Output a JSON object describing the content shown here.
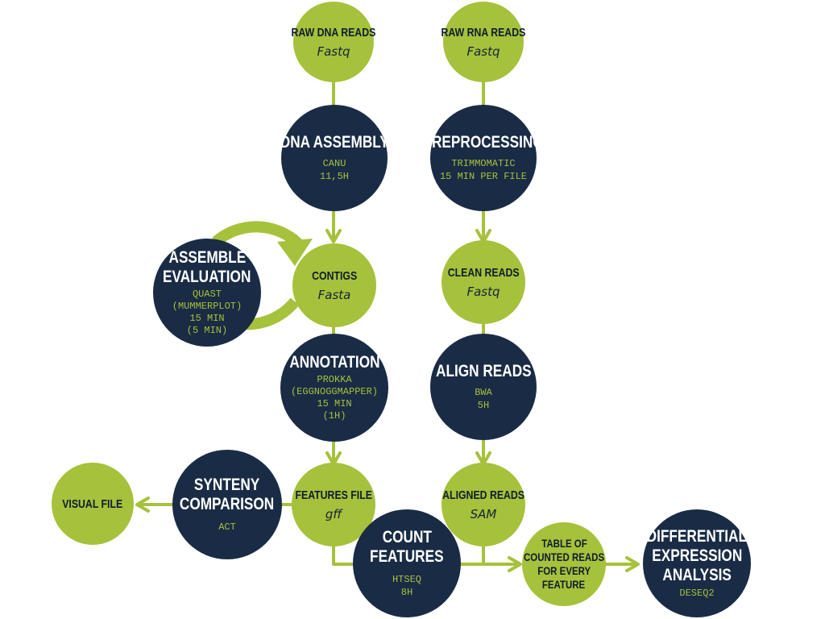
{
  "colors": {
    "green": "#a6c13b",
    "navy": "#1a2b45"
  },
  "nodes": {
    "raw_dna": {
      "title": "RAW DNA READS",
      "format": "Fastq"
    },
    "raw_rna": {
      "title": "RAW RNA READS",
      "format": "Fastq"
    },
    "dna_assembly": {
      "title": "DNA ASSEMBLY",
      "tool": "CANU",
      "time": "11,5H"
    },
    "preprocessing": {
      "title": "PREPROCESSING",
      "tool": "TRIMMOMATIC",
      "time": "15 MIN PER FILE"
    },
    "assemble_eval": {
      "title1": "ASSEMBLE",
      "title2": "EVALUATION",
      "tool": "QUAST",
      "tool2": "(MUMMERPLOT)",
      "time": "15 MIN",
      "time2": "(5 MIN)"
    },
    "contigs": {
      "title": "CONTIGS",
      "format": "Fasta"
    },
    "clean_reads": {
      "title": "CLEAN READS",
      "format": "Fastq"
    },
    "annotation": {
      "title": "ANNOTATION",
      "tool": "PROKKA",
      "tool2": "(EGGNOGGMAPPER)",
      "time": "15 MIN",
      "time2": "(1H)"
    },
    "align_reads": {
      "title": "ALIGN READS",
      "tool": "BWA",
      "time": "5H"
    },
    "visual_file": {
      "title": "VISUAL FILE"
    },
    "synteny": {
      "title1": "SYNTENY",
      "title2": "COMPARISON",
      "tool": "ACT"
    },
    "features_file": {
      "title": "FEATURES FILE",
      "format": "gff"
    },
    "aligned_reads": {
      "title": "ALIGNED READS",
      "format": "SAM"
    },
    "count_features": {
      "title1": "COUNT",
      "title2": "FEATURES",
      "tool": "HTSEQ",
      "time": "8H"
    },
    "table_counted": {
      "l1": "TABLE OF",
      "l2": "COUNTED READS",
      "l3": "FOR EVERY",
      "l4": "FEATURE"
    },
    "diff_expr": {
      "title1": "DIFFERENTIAL",
      "title2": "EXPRESSION",
      "title3": "ANALYSIS",
      "tool": "DESEQ2"
    }
  }
}
